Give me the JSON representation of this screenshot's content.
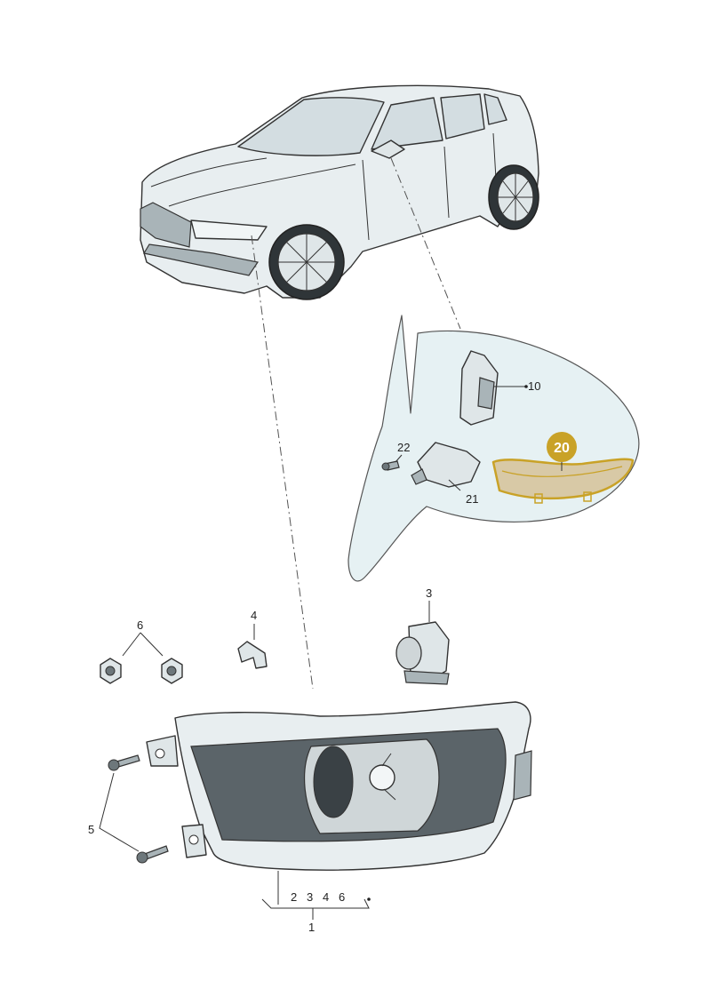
{
  "callouts": {
    "n1": "1",
    "n2": "2",
    "n3": "3",
    "n4": "4",
    "n4b": "4",
    "n5": "5",
    "n6": "6",
    "n6b": "6",
    "n3b": "3",
    "n10": "10",
    "n20": "20",
    "n21": "21",
    "n22": "22"
  },
  "colors": {
    "highlight": "#c9a227",
    "highlight_part": "#d8c9a6",
    "mirror_fill": "#e6f1f3"
  }
}
